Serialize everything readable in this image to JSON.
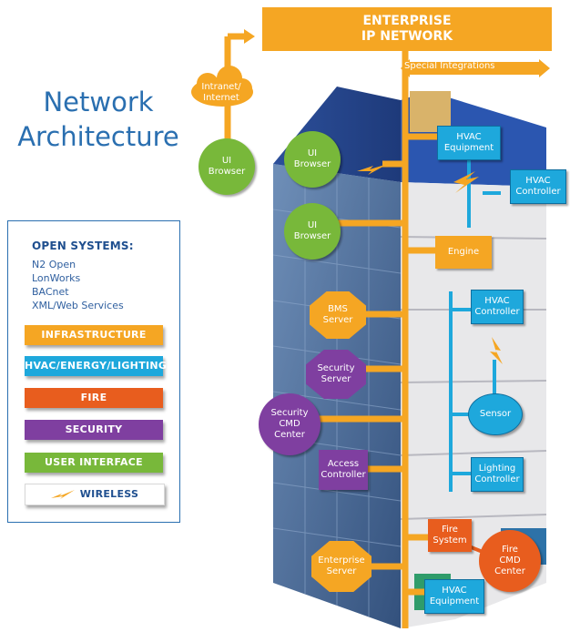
{
  "title": {
    "line1": "Network",
    "line2": "Architecture"
  },
  "legend": {
    "heading": "OPEN SYSTEMS:",
    "systems": [
      "N2 Open",
      "LonWorks",
      "BACnet",
      "XML/Web Services"
    ],
    "categories": [
      {
        "label": "INFRASTRUCTURE",
        "color": "#f5a623"
      },
      {
        "label": "HVAC/ENERGY/LIGHTING",
        "color": "#1ea8dc"
      },
      {
        "label": "FIRE",
        "color": "#e85d1e"
      },
      {
        "label": "SECURITY",
        "color": "#7f3fa0"
      },
      {
        "label": "USER INTERFACE",
        "color": "#78b83a"
      },
      {
        "label": "WIRELESS",
        "icon": "lightning-bolt-icon"
      }
    ]
  },
  "diagram": {
    "network": "ENTERPRISE\nIP NETWORK",
    "special_integrations": "Special Integrations",
    "intranet": "Intranet/\nInternet",
    "ui_browser_1": "UI\nBrowser",
    "ui_browser_2": "UI\nBrowser",
    "ui_browser_3": "UI\nBrowser",
    "hvac_equipment_top": "HVAC\nEquipment",
    "hvac_controller_right": "HVAC\nController",
    "engine": "Engine",
    "hvac_controller_mid": "HVAC\nController",
    "bms_server": "BMS\nServer",
    "security_server": "Security\nServer",
    "security_cmd_center": "Security\nCMD\nCenter",
    "sensor": "Sensor",
    "access_controller": "Access\nController",
    "lighting_controller": "Lighting\nController",
    "fire_system": "Fire\nSystem",
    "fire_cmd_center": "Fire\nCMD\nCenter",
    "enterprise_server": "Enterprise\nServer",
    "hvac_equipment_bottom": "HVAC\nEquipment"
  }
}
